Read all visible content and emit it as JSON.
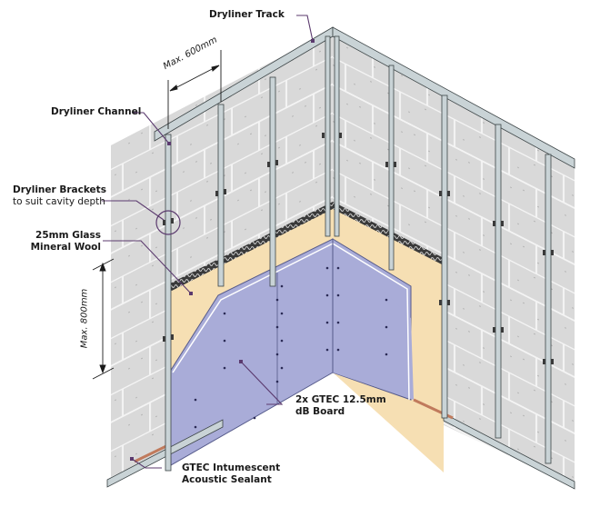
{
  "diagram": {
    "title": "Drylining wall system with GTEC dB Board",
    "colors": {
      "masonry": "#d9d9d9",
      "mortar": "#f4f4f4",
      "mineral_wool": "#f6dfb3",
      "db_board": "#a9acd8",
      "metal": "#c9d3d6",
      "sealant": "#c07a5c",
      "leader": "#5b3a6e"
    },
    "labels": {
      "track": "Dryliner Track",
      "channel": "Dryliner Channel",
      "brackets_title": "Dryliner Brackets",
      "brackets_sub": "to suit cavity depth",
      "wool_line1": "25mm Glass",
      "wool_line2": "Mineral Wool",
      "board_line1": "2x GTEC 12.5mm",
      "board_line2": "dB Board",
      "sealant_line1": "GTEC Intumescent",
      "sealant_line2": "Acoustic Sealant"
    },
    "dimensions": {
      "channel_spacing": "Max. 600mm",
      "bracket_spacing": "Max. 800mm"
    }
  }
}
